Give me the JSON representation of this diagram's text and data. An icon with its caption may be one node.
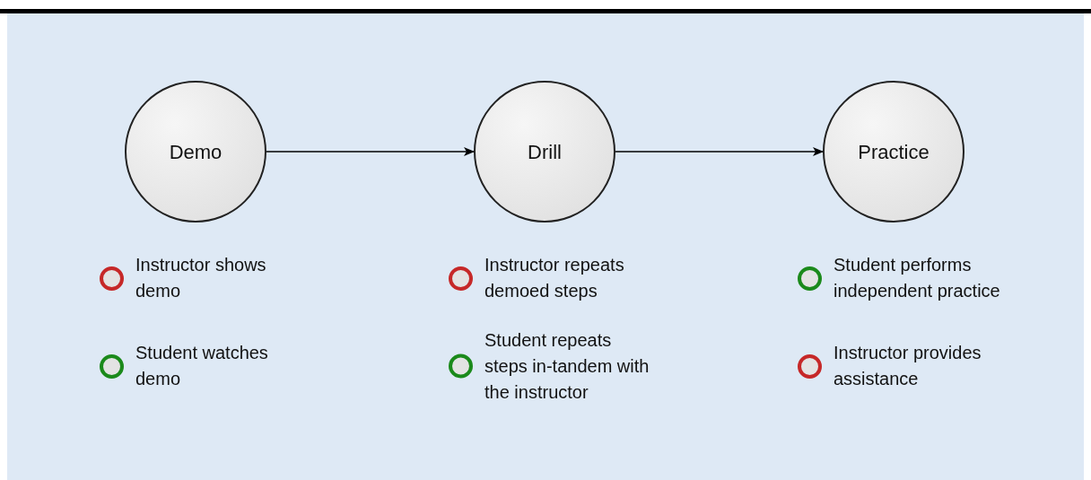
{
  "diagram": {
    "nodes": [
      {
        "text": [
          "Demo"
        ]
      },
      {
        "text": [
          "Drill"
        ]
      },
      {
        "text": [
          "Practice"
        ]
      }
    ],
    "edges": [
      {
        "from": 0,
        "to": 1,
        "arrow": "to"
      },
      {
        "from": 1,
        "to": 2,
        "arrow": "to"
      }
    ],
    "labels": [
      "Instructor shows demo",
      "Student watches demo",
      "Instructor repeats demoed steps",
      "Student repeats steps in-tandem with the instructor",
      "Student performs independent practice",
      "Instructor provides assistance"
    ]
  }
}
